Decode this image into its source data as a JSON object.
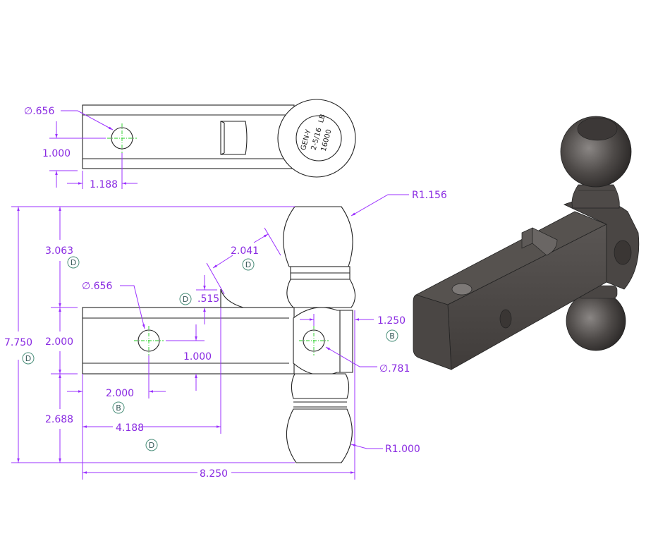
{
  "drawing": {
    "title": "Dual ball hitch mount dimensioned drawing",
    "dimension_color": "#8a2be2",
    "centerline_color": "#22cc22",
    "top_view": {
      "hole_diameter": "∅.656",
      "hole_offset_vertical": "1.000",
      "hole_offset_horizontal": "1.188",
      "ball_stamp": [
        "GEN-Y",
        "2-5/16",
        "16000",
        "LB"
      ]
    },
    "side_view": {
      "upper_ball_radius": "R1.156",
      "lower_ball_radius": "R1.000",
      "overall_height": "7.750",
      "overall_height_tag": "D",
      "upper_height": "3.063",
      "upper_height_tag": "D",
      "shank_height": "2.000",
      "lower_height": "2.688",
      "angled_dim": "2.041",
      "angled_dim_tag": "D",
      "lip_height": ".515",
      "lip_height_tag": "D",
      "shank_hole_diameter": "∅.656",
      "shank_hole_vertical": "1.000",
      "shank_hole_horizontal": "2.000",
      "shank_hole_horizontal_tag": "B",
      "lip_position": "4.188",
      "lip_position_tag": "D",
      "overall_length": "8.250",
      "head_width": "1.250",
      "head_width_tag": "B",
      "pin_hole_diameter": "∅.781"
    },
    "iso_view": {
      "description": "3D shaded isometric render of dual ball mount",
      "body_color": "#4a4644"
    }
  }
}
